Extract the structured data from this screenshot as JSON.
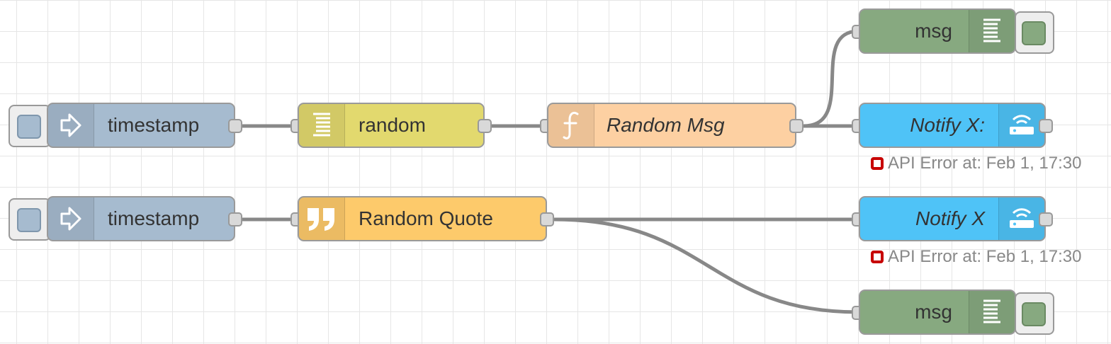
{
  "flow": {
    "nodes": {
      "timestamp_1": {
        "label": "timestamp",
        "type": "inject",
        "color": "#a6bbcf",
        "icon": "arrow-in-icon"
      },
      "random": {
        "label": "random",
        "type": "random",
        "color": "#e2d96e",
        "icon": "list-icon"
      },
      "random_msg": {
        "label": "Random Msg",
        "type": "function",
        "color": "#fdd0a2",
        "icon": "function-icon"
      },
      "msg_1": {
        "label": "msg",
        "type": "debug",
        "color": "#87a980",
        "icon": "list-icon"
      },
      "notify_1": {
        "label": "Notify X:",
        "type": "twitter-out",
        "color": "#4fc3f7",
        "icon": "wifi-router-icon"
      },
      "timestamp_2": {
        "label": "timestamp",
        "type": "inject",
        "color": "#a6bbcf",
        "icon": "arrow-in-icon"
      },
      "random_quote": {
        "label": "Random Quote",
        "type": "quote",
        "color": "#fdca6b",
        "icon": "quote-icon"
      },
      "notify_2": {
        "label": "Notify X",
        "type": "twitter-out",
        "color": "#4fc3f7",
        "icon": "wifi-router-icon"
      },
      "msg_2": {
        "label": "msg",
        "type": "debug",
        "color": "#87a980",
        "icon": "list-icon"
      }
    },
    "status": {
      "notify_1": {
        "text": "API Error at: Feb 1, 17:30",
        "color": "#c70000"
      },
      "notify_2": {
        "text": "API Error at: Feb 1, 17:30",
        "color": "#c70000"
      }
    },
    "colors": {
      "wire": "#888888",
      "grid": "#e6e6e6",
      "port": "#d9d9d9"
    }
  }
}
